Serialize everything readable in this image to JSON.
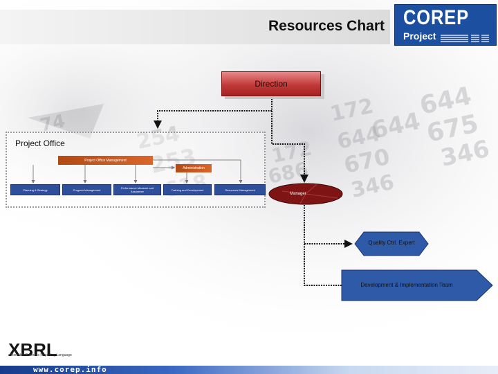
{
  "header": {
    "title": "Resources Chart"
  },
  "logo": {
    "main": "COREP",
    "sub": "Project"
  },
  "diagram": {
    "direction": "Direction",
    "project_office": "Project Office",
    "office_management": "Project Office Management",
    "administration": "Administration",
    "sub_units": [
      "Planning & Strategy",
      "Program Management",
      "Performance Measure and Assurance",
      "Training and Development",
      "Resources Management"
    ],
    "manager": "Manager",
    "quality": "Quality Ctrl. Expert",
    "development": "Development & Implementation Team"
  },
  "footer": {
    "xbrl": "XBRL",
    "xbrl_sub": "eXtensible Business Reporting Language",
    "url": "www.corep.info"
  },
  "colors": {
    "red_box": "#c13a3a",
    "orange_box": "#c8561f",
    "blue_box": "#2f4e9c",
    "manager_fill": "#7e1414",
    "logo_blue": "#1c4fa0"
  }
}
